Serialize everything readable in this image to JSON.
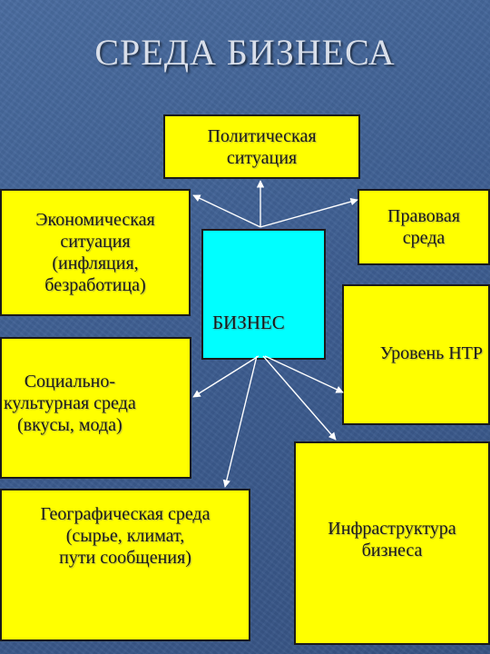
{
  "title": "СРЕДА БИЗНЕСА",
  "nodes": {
    "political": "Политическая\nситуация",
    "economic": "Экономическая\nситуация\n(инфляция,\nбезработица)",
    "legal": "Правовая\nсреда",
    "business": "БИЗНЕС",
    "ntr": "Уровень НТР",
    "social": "Социально-\nкультурная среда\n(вкусы, мода)",
    "geographic": "Географическая среда\n(сырье, климат,\nпути сообщения)",
    "infrastructure": "Инфраструктура\nбизнеса"
  },
  "colors": {
    "node_fill": "#ffff00",
    "center_fill": "#00ffff",
    "background": "#3f5f92",
    "connector": "#ffffff"
  }
}
